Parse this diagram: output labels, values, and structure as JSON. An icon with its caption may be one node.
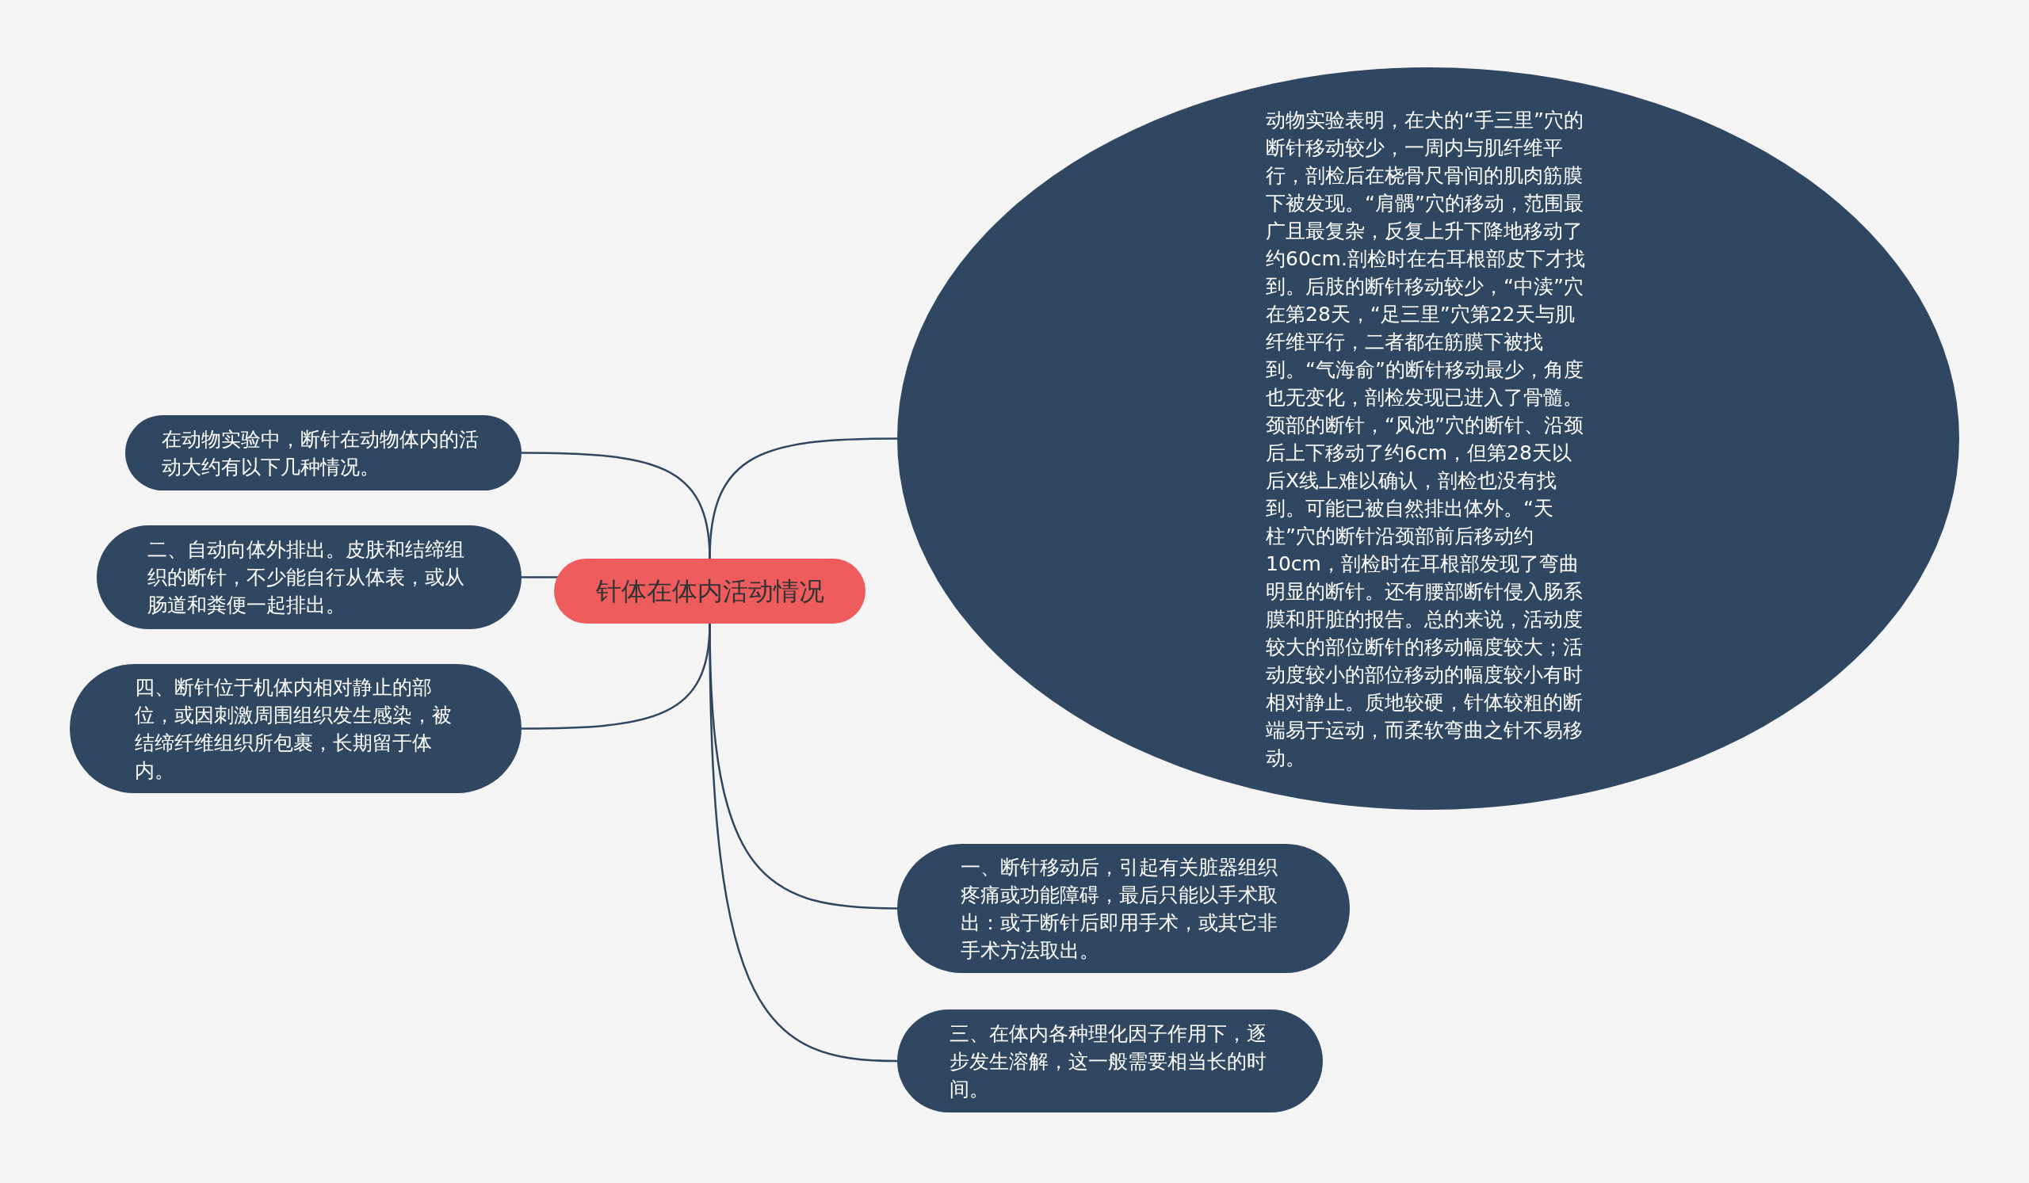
{
  "diagram": {
    "nodes": [
      {
        "text": [
          "针体在体内活动情况"
        ]
      },
      {
        "text": [
          "动物实验表明，在犬的“手三里”穴的断针移动较少，一周内与肌纤维平行，剖检后在桡骨尺骨间的肌肉筋膜下被发现。“肩髃”穴的移动，范围最广且最复杂，反复上升下降地移动了约60cm.剖检时在右耳根部皮下才找到。后肢的断针移动较少，“中渎”穴在第28天，“足三里”穴第22天与肌纤维平行，二者都在筋膜下被找到。“气海俞”的断针移动最少，角度也无变化，剖检发现已进入了骨髓。颈部的断针，“风池”穴的断针、沿颈后上下移动了约6cm，但第28天以后X线上难以确认，剖检也没有找到。可能已被自然排出体外。“天柱”穴的断针沿颈部前后移动约10cm，剖检时在耳根部发现了弯曲明显的断针。还有腰部断针侵入肠系膜和肝脏的报告。总的来说，活动度较大的部位断针的移动幅度较大；活动度较小的部位移动的幅度较小有时相对静止。质地较硬，针体较粗的断端易于运动，而柔软弯曲之针不易移动。"
        ]
      },
      {
        "text": [
          "在动物实验中，断针在动物体内的活动大约有以下几种情况。"
        ]
      },
      {
        "text": [
          "二、自动向体外排出。皮肤和结缔组织的断针，不少能自行从体表，或从肠道和粪便一起排出。"
        ]
      },
      {
        "text": [
          "四、断针位于机体内相对静止的部位，或因刺激周围组织发生感染，被结缔纤维组织所包裹，长期留于体内。"
        ]
      },
      {
        "text": [
          "一、断针移动后，引起有关脏器组织疼痛或功能障碍，最后只能以手术取出：或于断针后即用手术，或其它非手术方法取出。"
        ]
      },
      {
        "text": [
          "三、在体内各种理化因子作用下，逐步发生溶解，这一般需要相当长的时间。"
        ]
      }
    ],
    "edges": [
      {
        "from": 0,
        "to": 1,
        "arrow": "none"
      },
      {
        "from": 0,
        "to": 2,
        "arrow": "none"
      },
      {
        "from": 0,
        "to": 3,
        "arrow": "none"
      },
      {
        "from": 0,
        "to": 4,
        "arrow": "none"
      },
      {
        "from": 0,
        "to": 5,
        "arrow": "none"
      },
      {
        "from": 0,
        "to": 6,
        "arrow": "none"
      }
    ]
  }
}
